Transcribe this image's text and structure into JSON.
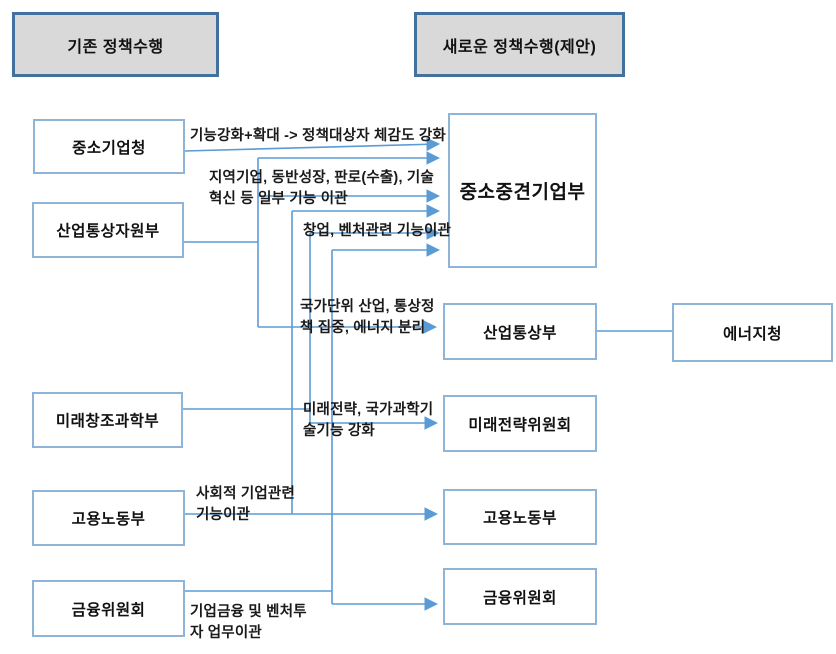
{
  "headers": {
    "left": "기존 정책수행",
    "right": "새로운 정책수행(제안)"
  },
  "nodes": {
    "left": [
      {
        "label": "중소기업청"
      },
      {
        "label": "산업통상자원부"
      },
      {
        "label": "미래창조과학부"
      },
      {
        "label": "고용노동부"
      },
      {
        "label": "금융위원회"
      }
    ],
    "right": [
      {
        "label": "중소중견기업부"
      },
      {
        "label": "산업통상부"
      },
      {
        "label": "에너지청"
      },
      {
        "label": "미래전략위원회"
      },
      {
        "label": "고용노동부"
      },
      {
        "label": "금융위원회"
      }
    ]
  },
  "edge_labels": [
    {
      "text": "기능강화+확대 -> 정책대상자 체감도 강화"
    },
    {
      "text": "지역기업, 동반성장, 판로(수출), 기술\n혁신 등 일부 기능 이관"
    },
    {
      "text": "창업, 벤처관련 기능이관"
    },
    {
      "text": "국가단위 산업, 통상정\n책 집중, 에너지 분리"
    },
    {
      "text": "미래전략, 국가과학기\n술기능 강화"
    },
    {
      "text": "사회적 기업관련\n기능이관"
    },
    {
      "text": "기업금융 및 벤처투\n자 업무이관"
    }
  ],
  "colors": {
    "connector": "#5b9bd5",
    "node_border": "#8eb4d8",
    "header_border": "#41719c",
    "header_fill": "#d9d9d9",
    "background": "#ffffff",
    "text": "#1a1a1a"
  }
}
